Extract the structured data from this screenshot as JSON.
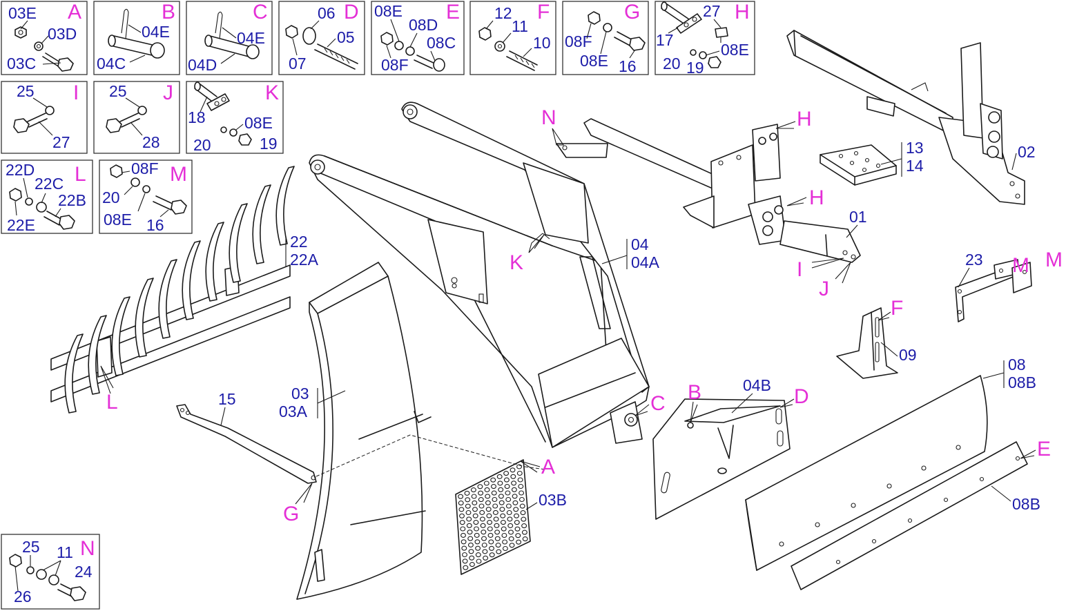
{
  "colors": {
    "partNumber": "#1c1ca8",
    "calloutLetter": "#e42fd6",
    "line": "#1a1a1a"
  },
  "insets": {
    "A": {
      "letter": "A",
      "labels": [
        "03E",
        "03D",
        "03C"
      ]
    },
    "B": {
      "letter": "B",
      "labels": [
        "04E",
        "04C"
      ]
    },
    "C": {
      "letter": "C",
      "labels": [
        "04E",
        "04D"
      ]
    },
    "D": {
      "letter": "D",
      "labels": [
        "06",
        "05",
        "07"
      ]
    },
    "E": {
      "letter": "E",
      "labels": [
        "08E",
        "08D",
        "08C",
        "08F"
      ]
    },
    "F": {
      "letter": "F",
      "labels": [
        "12",
        "11",
        "10"
      ]
    },
    "G": {
      "letter": "G",
      "labels": [
        "08F",
        "08E",
        "16"
      ]
    },
    "H": {
      "letter": "H",
      "labels": [
        "27",
        "17",
        "08E",
        "20",
        "19"
      ]
    },
    "I": {
      "letter": "I",
      "labels": [
        "25",
        "27"
      ]
    },
    "J": {
      "letter": "J",
      "labels": [
        "25",
        "28"
      ]
    },
    "K": {
      "letter": "K",
      "labels": [
        "18",
        "08E",
        "20",
        "19"
      ]
    },
    "L": {
      "letter": "L",
      "labels": [
        "22D",
        "22C",
        "22B",
        "22E"
      ]
    },
    "M": {
      "letter": "M",
      "labels": [
        "08F",
        "20",
        "08E",
        "16"
      ]
    },
    "N": {
      "letter": "N",
      "labels": [
        "25",
        "11",
        "24",
        "26"
      ]
    }
  },
  "parts": {
    "p01": "01",
    "p02": "02",
    "p13": "13",
    "p14": "14",
    "p04": "04",
    "p04A": "04A",
    "p22": "22",
    "p22A": "22A",
    "p03": "03",
    "p03A": "03A",
    "p03B": "03B",
    "p15": "15",
    "p04B": "04B",
    "p09": "09",
    "p08": "08",
    "p08B": "08B",
    "p08B2": "08B",
    "p23": "23"
  },
  "callouts": {
    "N": "N",
    "H1": "H",
    "H2": "H",
    "K": "K",
    "I": "I",
    "J": "J",
    "M1": "M",
    "M2": "M",
    "F": "F",
    "C": "C",
    "B": "B",
    "D": "D",
    "L": "L",
    "G": "G",
    "A": "A",
    "E": "E"
  }
}
